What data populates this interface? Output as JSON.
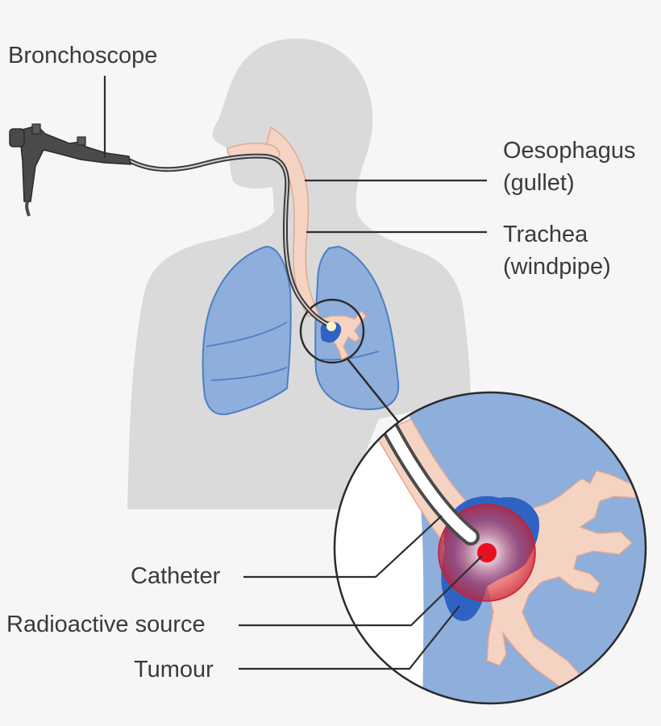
{
  "labels": {
    "bronchoscope": "Bronchoscope",
    "oesophagus_line1": "Oesophagus",
    "oesophagus_line2": "(gullet)",
    "trachea_line1": "Trachea",
    "trachea_line2": "(windpipe)",
    "catheter": "Catheter",
    "radioactive_source": "Radioactive source",
    "tumour": "Tumour"
  },
  "colors": {
    "background": "#f6f6f6",
    "body_silhouette": "#dadada",
    "lung_fill": "#8eaedc",
    "lung_outline": "#4f7fc4",
    "airway_fill": "#f5d3c3",
    "airway_outline": "#e2a892",
    "tumour": "#2e63c4",
    "radiation_glow": "#e23040",
    "source": "#e8101e",
    "scope_body": "#4a4a4a",
    "label_text": "#3b3b3b"
  }
}
